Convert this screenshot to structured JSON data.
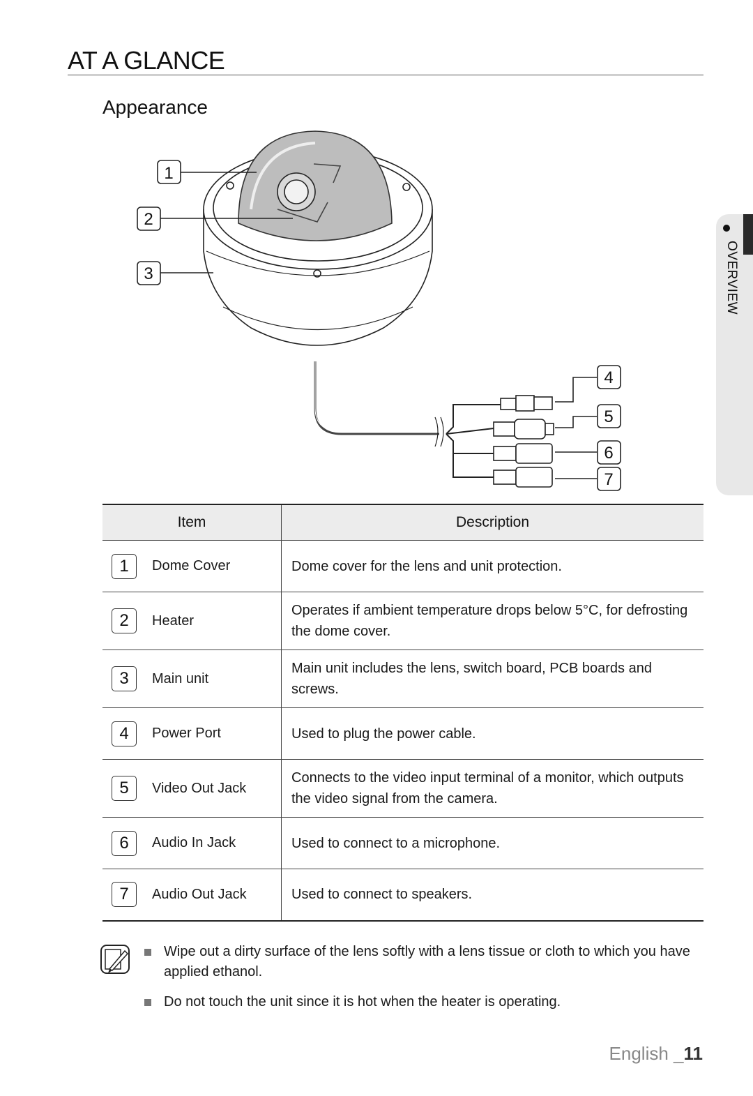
{
  "page": {
    "title": "AT A GLANCE",
    "section": "Appearance",
    "side_tab": "OVERVIEW"
  },
  "diagram": {
    "callouts": [
      "1",
      "2",
      "3",
      "4",
      "5",
      "6",
      "7"
    ]
  },
  "table": {
    "header": {
      "item": "Item",
      "description": "Description"
    },
    "rows": [
      {
        "num": "1",
        "item": "Dome Cover",
        "description": "Dome cover for the lens and unit protection."
      },
      {
        "num": "2",
        "item": "Heater",
        "description": "Operates if ambient temperature drops below 5°C, for defrosting the dome cover."
      },
      {
        "num": "3",
        "item": "Main unit",
        "description": "Main unit includes the lens, switch board, PCB boards and screws."
      },
      {
        "num": "4",
        "item": "Power Port",
        "description": "Used to plug the power cable."
      },
      {
        "num": "5",
        "item": "Video Out Jack",
        "description": "Connects to the video input terminal of a monitor, which outputs the video signal from the camera."
      },
      {
        "num": "6",
        "item": "Audio In Jack",
        "description": "Used to connect to a microphone."
      },
      {
        "num": "7",
        "item": "Audio Out Jack",
        "description": "Used to connect to speakers."
      }
    ]
  },
  "notes": [
    "Wipe out a dirty surface of the lens softly with a lens tissue or cloth to which you have applied ethanol.",
    "Do not touch the unit since it is hot when the heater is operating."
  ],
  "footer": {
    "language": "English _",
    "page_number": "11"
  }
}
